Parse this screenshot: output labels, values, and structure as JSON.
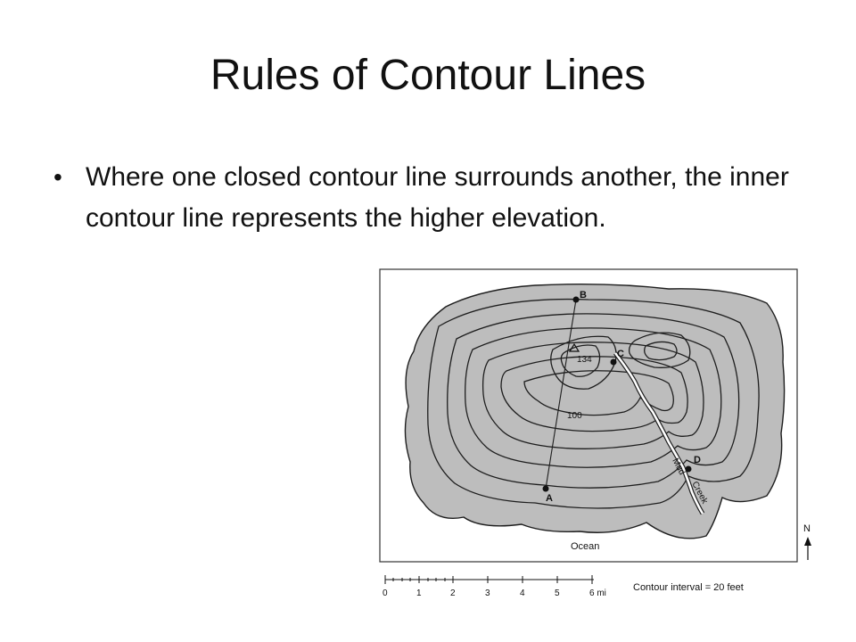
{
  "slide": {
    "title": "Rules of Contour Lines",
    "bullets": [
      "Where one closed contour line surrounds another, the inner contour line represents the higher elevation."
    ]
  },
  "map": {
    "point_labels": {
      "a": "A",
      "b": "B",
      "c": "C",
      "d": "D"
    },
    "elevation_labels": {
      "summit": "134",
      "contour": "100"
    },
    "creek_words": [
      "Mud",
      "Creek"
    ],
    "water_label": "Ocean",
    "north_label": "N",
    "scale_ticks": [
      "0",
      "1",
      "2",
      "3",
      "4",
      "5",
      "6 mi"
    ],
    "contour_interval": "Contour interval = 20 feet",
    "colors": {
      "land": "#bdbdbd",
      "line": "#1e1e1e",
      "creek": "#ffffff"
    },
    "icons": {
      "summit_marker": "triangle-icon",
      "north_arrow": "arrow-up-icon"
    }
  }
}
